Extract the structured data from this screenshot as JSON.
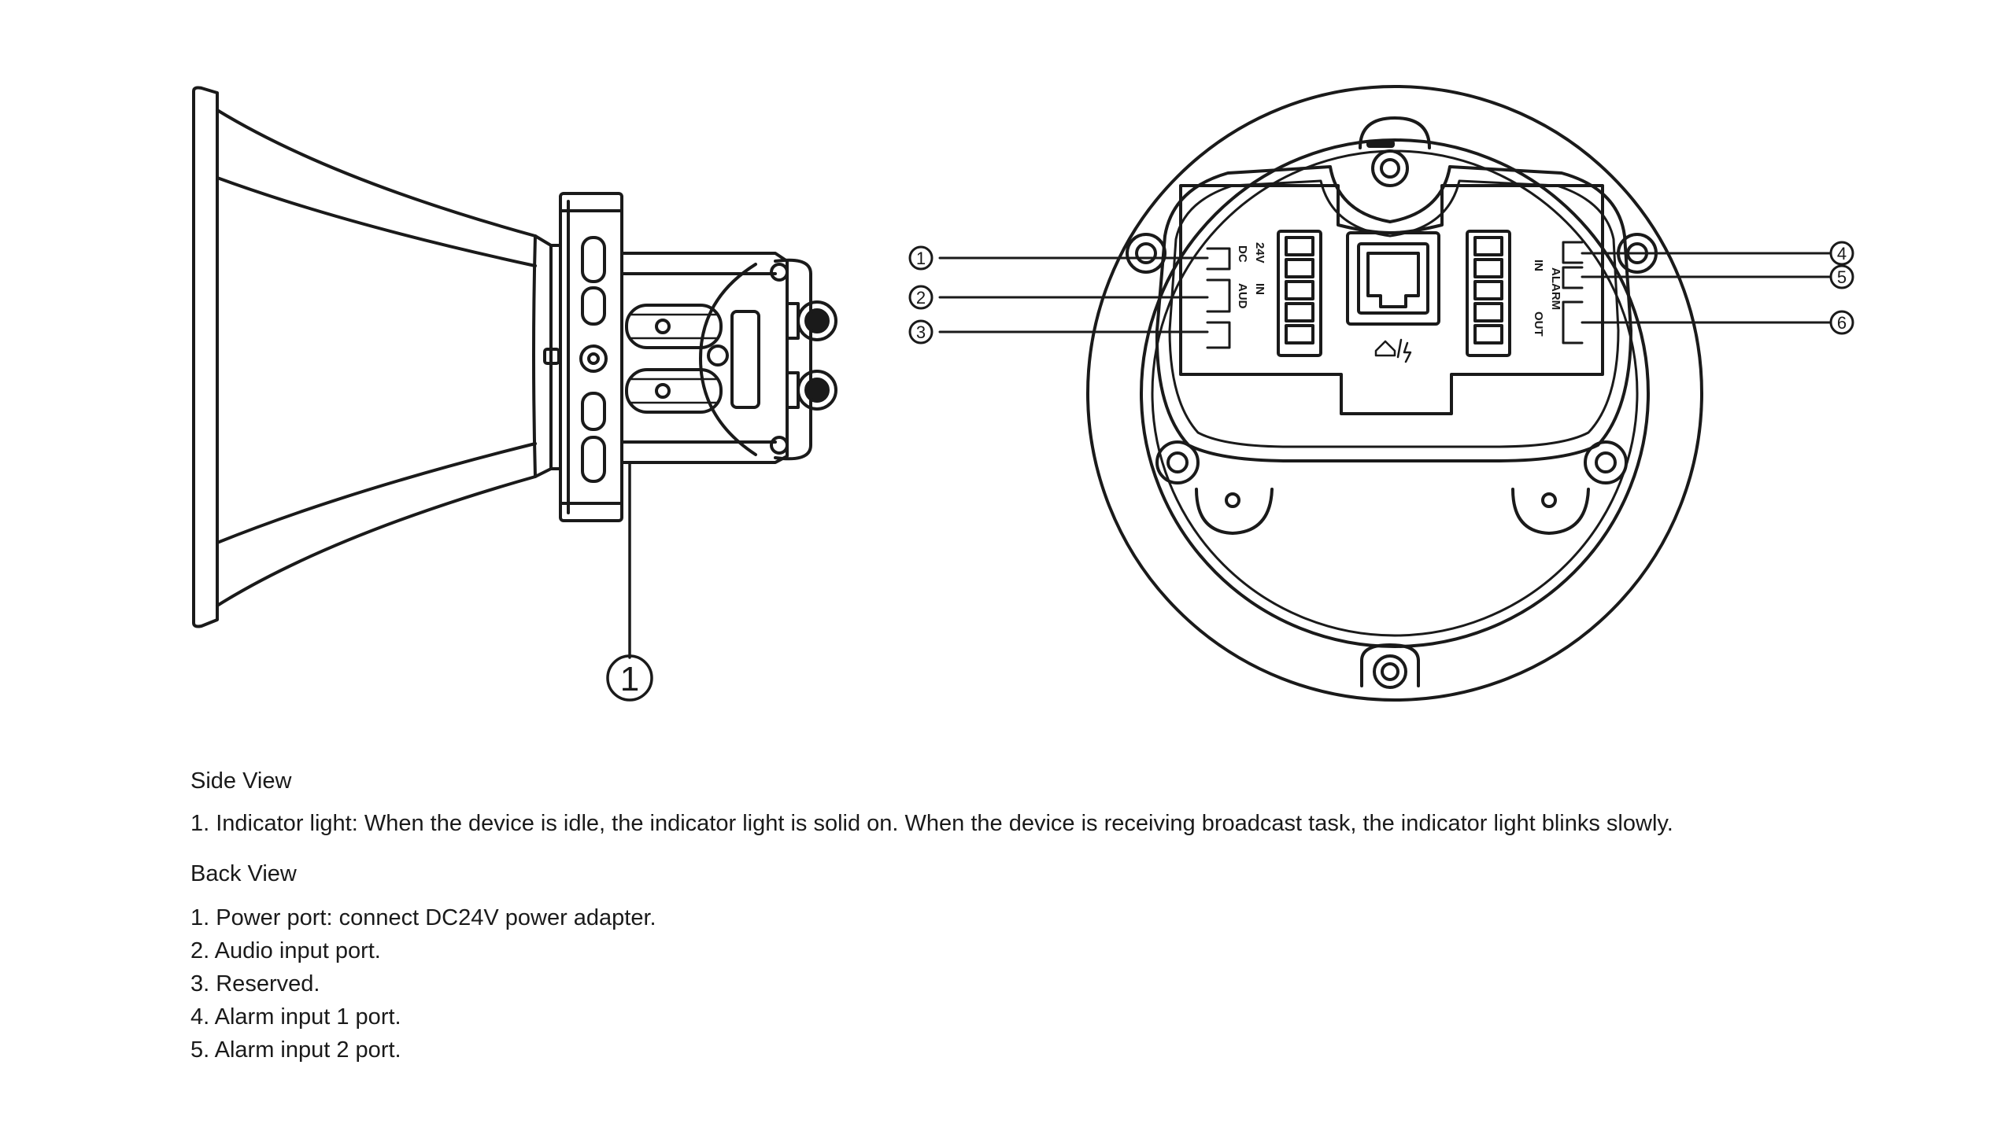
{
  "side_view": {
    "heading": "Side View",
    "items": [
      "1. Indicator light: When the device is idle, the indicator light is solid on. When the device is receiving broadcast task, the indicator light blinks slowly."
    ],
    "callouts": [
      "1"
    ]
  },
  "back_view": {
    "heading": "Back View",
    "items": [
      "1. Power port: connect DC24V power adapter.",
      "2. Audio input port.",
      "3. Reserved.",
      "4. Alarm input 1 port.",
      "5. Alarm input 2 port."
    ],
    "callouts": [
      "1",
      "2",
      "3",
      "4",
      "5",
      "6"
    ],
    "panel_labels": {
      "dc": "DC",
      "v24": "24V",
      "aud": "AUD",
      "alarm": "ALARM",
      "in": "IN",
      "out": "OUT"
    }
  }
}
